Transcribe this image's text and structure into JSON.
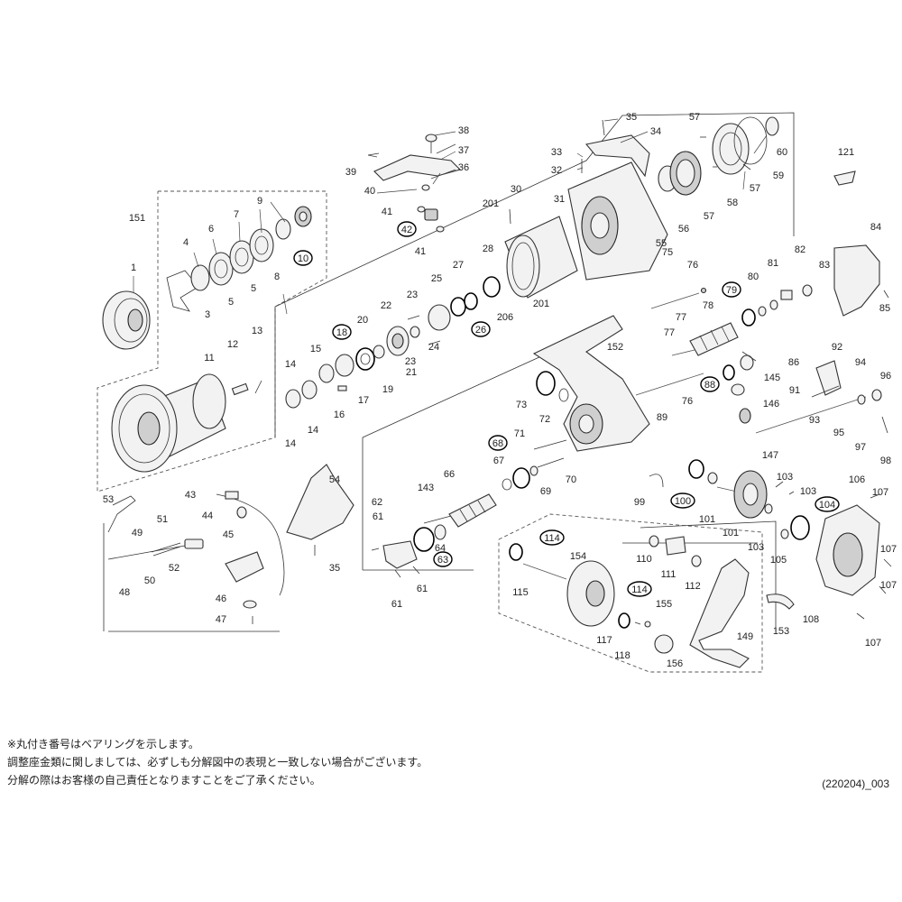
{
  "labels": [
    {
      "t": "1"
    },
    {
      "t": "3"
    },
    {
      "t": "4"
    },
    {
      "t": "5"
    },
    {
      "t": "5"
    },
    {
      "t": "6"
    },
    {
      "t": "7"
    },
    {
      "t": "8"
    },
    {
      "t": "9"
    },
    {
      "t": "10",
      "b": true
    },
    {
      "t": "151"
    },
    {
      "t": "11"
    },
    {
      "t": "12"
    },
    {
      "t": "13"
    },
    {
      "t": "14"
    },
    {
      "t": "14"
    },
    {
      "t": "14"
    },
    {
      "t": "15"
    },
    {
      "t": "16"
    },
    {
      "t": "17"
    },
    {
      "t": "18",
      "b": true
    },
    {
      "t": "19"
    },
    {
      "t": "20"
    },
    {
      "t": "21"
    },
    {
      "t": "22"
    },
    {
      "t": "23"
    },
    {
      "t": "23"
    },
    {
      "t": "24"
    },
    {
      "t": "25"
    },
    {
      "t": "26",
      "b": true
    },
    {
      "t": "27"
    },
    {
      "t": "28"
    },
    {
      "t": "201"
    },
    {
      "t": "201"
    },
    {
      "t": "206"
    },
    {
      "t": "30"
    },
    {
      "t": "31"
    },
    {
      "t": "32"
    },
    {
      "t": "33"
    },
    {
      "t": "34"
    },
    {
      "t": "35"
    },
    {
      "t": "36"
    },
    {
      "t": "37"
    },
    {
      "t": "38"
    },
    {
      "t": "39"
    },
    {
      "t": "40"
    },
    {
      "t": "41"
    },
    {
      "t": "41"
    },
    {
      "t": "42",
      "b": true
    },
    {
      "t": "55"
    },
    {
      "t": "56"
    },
    {
      "t": "57"
    },
    {
      "t": "57"
    },
    {
      "t": "57"
    },
    {
      "t": "58"
    },
    {
      "t": "59"
    },
    {
      "t": "60"
    },
    {
      "t": "121"
    },
    {
      "t": "84"
    },
    {
      "t": "85"
    },
    {
      "t": "75"
    },
    {
      "t": "76"
    },
    {
      "t": "76"
    },
    {
      "t": "77"
    },
    {
      "t": "77"
    },
    {
      "t": "78"
    },
    {
      "t": "79",
      "b": true
    },
    {
      "t": "80"
    },
    {
      "t": "81"
    },
    {
      "t": "82"
    },
    {
      "t": "83"
    },
    {
      "t": "86"
    },
    {
      "t": "145"
    },
    {
      "t": "88",
      "b": true
    },
    {
      "t": "91"
    },
    {
      "t": "89"
    },
    {
      "t": "146"
    },
    {
      "t": "92"
    },
    {
      "t": "93"
    },
    {
      "t": "94"
    },
    {
      "t": "95"
    },
    {
      "t": "96"
    },
    {
      "t": "97"
    },
    {
      "t": "98"
    },
    {
      "t": "152"
    },
    {
      "t": "73"
    },
    {
      "t": "72"
    },
    {
      "t": "71"
    },
    {
      "t": "68",
      "b": true
    },
    {
      "t": "67"
    },
    {
      "t": "69"
    },
    {
      "t": "70"
    },
    {
      "t": "66"
    },
    {
      "t": "143"
    },
    {
      "t": "62"
    },
    {
      "t": "61"
    },
    {
      "t": "61"
    },
    {
      "t": "61"
    },
    {
      "t": "63",
      "b": true
    },
    {
      "t": "64"
    },
    {
      "t": "54"
    },
    {
      "t": "35"
    },
    {
      "t": "53"
    },
    {
      "t": "51"
    },
    {
      "t": "49"
    },
    {
      "t": "52"
    },
    {
      "t": "50"
    },
    {
      "t": "48"
    },
    {
      "t": "43"
    },
    {
      "t": "44"
    },
    {
      "t": "45"
    },
    {
      "t": "46"
    },
    {
      "t": "47"
    },
    {
      "t": "99"
    },
    {
      "t": "100",
      "b": true
    },
    {
      "t": "101"
    },
    {
      "t": "101"
    },
    {
      "t": "147"
    },
    {
      "t": "103"
    },
    {
      "t": "103"
    },
    {
      "t": "103"
    },
    {
      "t": "104",
      "b": true
    },
    {
      "t": "105"
    },
    {
      "t": "106"
    },
    {
      "t": "107"
    },
    {
      "t": "107"
    },
    {
      "t": "107"
    },
    {
      "t": "107"
    },
    {
      "t": "108"
    },
    {
      "t": "114",
      "b": true
    },
    {
      "t": "154"
    },
    {
      "t": "115"
    },
    {
      "t": "114",
      "b": true
    },
    {
      "t": "155"
    },
    {
      "t": "117"
    },
    {
      "t": "118"
    },
    {
      "t": "156"
    },
    {
      "t": "110"
    },
    {
      "t": "111"
    },
    {
      "t": "112"
    },
    {
      "t": "149"
    },
    {
      "t": "153"
    }
  ],
  "notes": [
    "※丸付き番号はベアリングを示します。",
    "調整座金類に関しましては、必ずしも分解図中の表現と一致しない場合がございます。",
    "分解の際はお客様の自己責任となりますことをご了承ください。"
  ],
  "doc_code": "(220204)_003"
}
